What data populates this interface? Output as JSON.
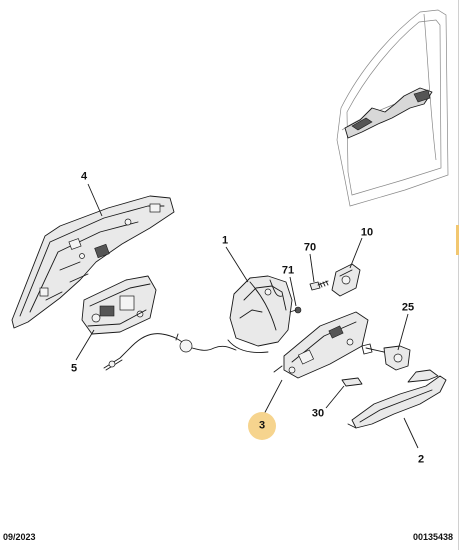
{
  "diagram": {
    "highlight_color": "#f6d48e",
    "line_color": "#1a1a1a",
    "part_fill": "#e9e9e9",
    "callouts": {
      "c1": "1",
      "c2": "2",
      "c3": "3",
      "c4": "4",
      "c5": "5",
      "c10": "10",
      "c25": "25",
      "c30": "30",
      "c70": "70",
      "c71": "71"
    },
    "highlighted_callout": "3"
  },
  "footer": {
    "date": "09/2023",
    "reference": "00135438"
  }
}
